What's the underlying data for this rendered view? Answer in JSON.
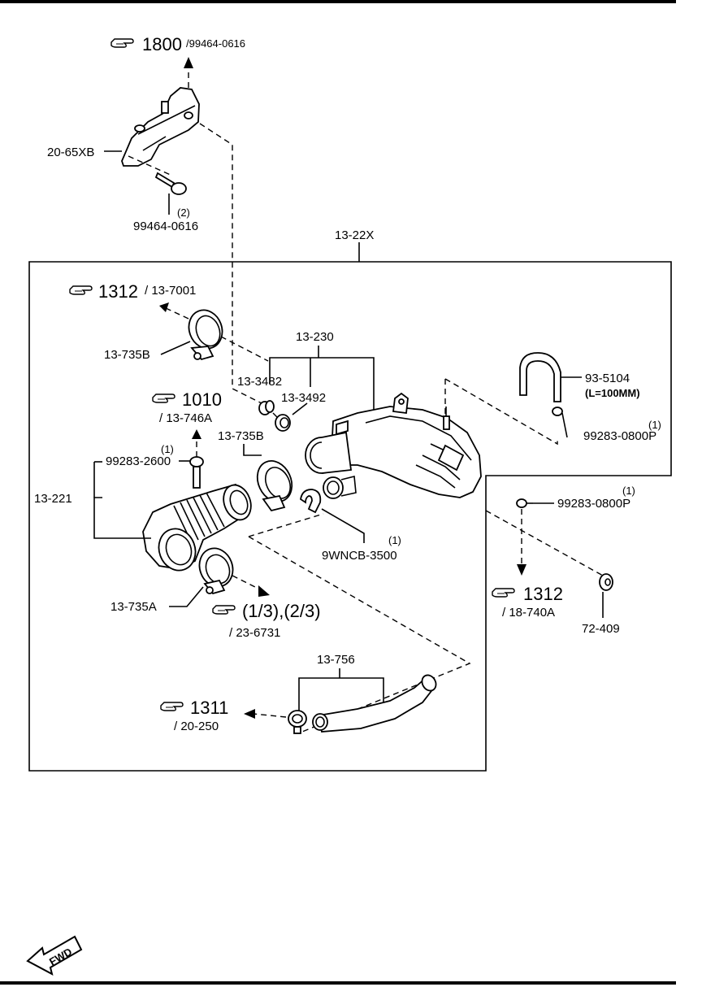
{
  "labels": {
    "ref_1800": "1800",
    "ref_1800_part": "/99464-0616",
    "bracket": "20-65XB",
    "bolt_qty": "(2)",
    "bolt": "99464-0616",
    "assembly": "13-22X",
    "ref_1312_a": "1312",
    "ref_1312_a_part": "/ 13-7001",
    "clamp_735b_top": "13-735B",
    "grp_230": "13-230",
    "part_3482": "13-3482",
    "part_3492": "13-3492",
    "hose_93": "93-5104",
    "hose_93_len": "(L=100MM)",
    "qty_1_a": "(1)",
    "clip_a": "99283-0800P",
    "ref_1010": "1010",
    "ref_1010_part": "/ 13-746A",
    "qty_1_b": "(1)",
    "clip_2600": "99283-2600",
    "clamp_735b_mid": "13-735B",
    "duct_221": "13-221",
    "qty_1_c": "(1)",
    "clip_b": "99283-0800P",
    "qty_1_d": "(1)",
    "clamp_wncb": "9WNCB-3500",
    "ref_1312_b": "1312",
    "ref_1312_b_part": "/ 18-740A",
    "clamp_735a": "13-735A",
    "ref_frac": "(1/3),(2/3)",
    "ref_frac_part": "/ 23-6731",
    "grommet": "72-409",
    "grp_756": "13-756",
    "ref_1311": "1311",
    "ref_1311_part": "/ 20-250",
    "fwd": "FWD"
  },
  "icons": [
    "pointing-hand-icon",
    "fwd-arrow-icon"
  ],
  "colors": {
    "ink": "#000000",
    "paper": "#ffffff"
  }
}
